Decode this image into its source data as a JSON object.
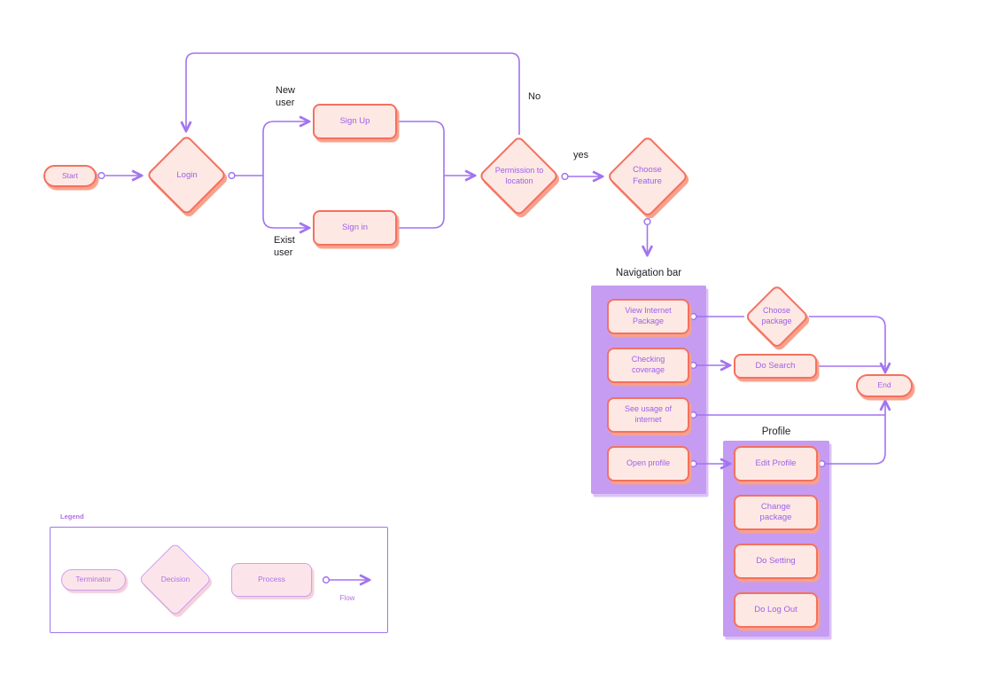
{
  "diagram": {
    "nodes": {
      "start": "Start",
      "login": "Login",
      "sign_up": "Sign Up",
      "sign_in": "Sign in",
      "permission": "Permission to location",
      "choose_feature": "Choose Feature",
      "view_internet_package": "View Internet Package",
      "checking_coverage": "Checking coverage",
      "see_usage": "See usage of internet",
      "open_profile": "Open profile",
      "choose_package": "Choose package",
      "do_search": "Do Search",
      "end": "End",
      "edit_profile": "Edit Profile",
      "change_package": "Change package",
      "do_setting": "Do Setting",
      "do_log_out": "Do Log Out"
    },
    "edge_labels": {
      "new_user": "New user",
      "exist_user": "Exist user",
      "no": "No",
      "yes": "yes"
    },
    "groups": {
      "navigation_bar": "Navigation bar",
      "profile": "Profile"
    },
    "legend": {
      "title": "Legend",
      "terminator": "Terminator",
      "decision": "Decision",
      "process": "Process",
      "flow": "Flow"
    },
    "colors": {
      "line": "#a273f0",
      "shape_border": "#f4715f",
      "shape_fill": "#fde8e4",
      "shape_text": "#9f60ea",
      "shape_shadow": "#f8a18c",
      "container_fill": "#c59cf2",
      "container_shadow": "#dcc2f8",
      "label_text": "#212126",
      "legend_border": "#a273f0",
      "legend_shape_border": "#c9a0f2",
      "legend_shape_fill": "#fce5ea",
      "legend_text": "#b070e8",
      "legend_shape_shadow": "#f6d0da"
    }
  }
}
